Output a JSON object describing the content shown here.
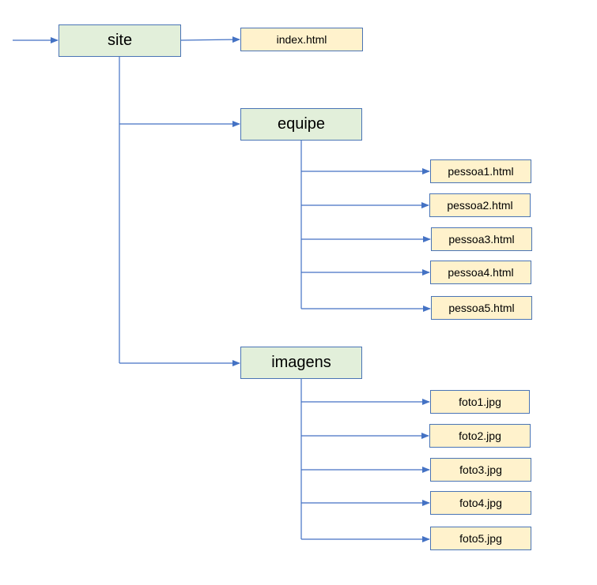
{
  "colors": {
    "line": "#4472c4",
    "folder_fill": "#e2efda",
    "file_fill": "#fff2cc"
  },
  "root": {
    "label": "site",
    "files": [
      "index.html"
    ]
  },
  "folders": [
    {
      "label": "equipe",
      "files": [
        "pessoa1.html",
        "pessoa2.html",
        "pessoa3.html",
        "pessoa4.html",
        "pessoa5.html"
      ]
    },
    {
      "label": "imagens",
      "files": [
        "foto1.jpg",
        "foto2.jpg",
        "foto3.jpg",
        "foto4.jpg",
        "foto5.jpg"
      ]
    }
  ]
}
